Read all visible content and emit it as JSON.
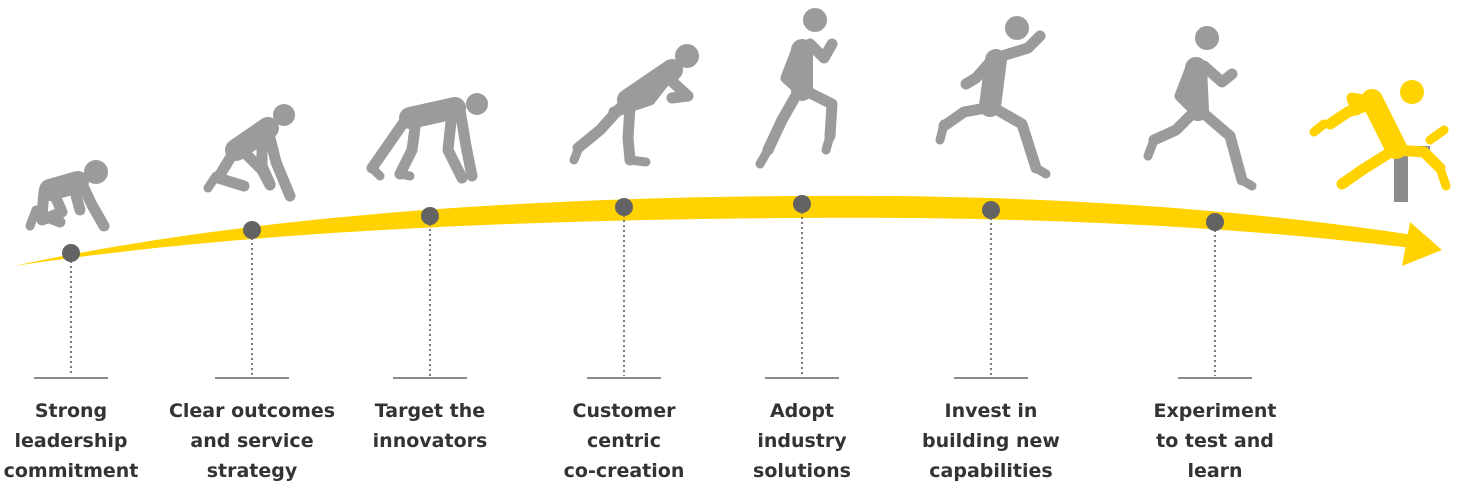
{
  "colors": {
    "arrow": "#FFD200",
    "runner": "#9B9B9B",
    "runner_final": "#FFD200",
    "dot": "#636363",
    "connector": "#7A7A7A",
    "baseline": "#8A8A8A",
    "hurdle": "#8C8C8C",
    "label_text": "#333333"
  },
  "stages": [
    {
      "label": "Strong\nleadership\ncommitment",
      "figure": "crouching-runner-icon"
    },
    {
      "label": "Clear outcomes\nand service\nstrategy",
      "figure": "kneeling-runner-icon"
    },
    {
      "label": "Target the\ninnovators",
      "figure": "set-position-runner-icon"
    },
    {
      "label": "Customer\ncentric\nco-creation",
      "figure": "starting-runner-icon"
    },
    {
      "label": "Adopt\nindustry\nsolutions",
      "figure": "running-figure-icon"
    },
    {
      "label": "Invest in\nbuilding new\ncapabilities",
      "figure": "sprinting-figure-icon"
    },
    {
      "label": "Experiment\nto test and\nlearn",
      "figure": "striding-runner-icon"
    }
  ],
  "final_figure": "hurdler-icon"
}
